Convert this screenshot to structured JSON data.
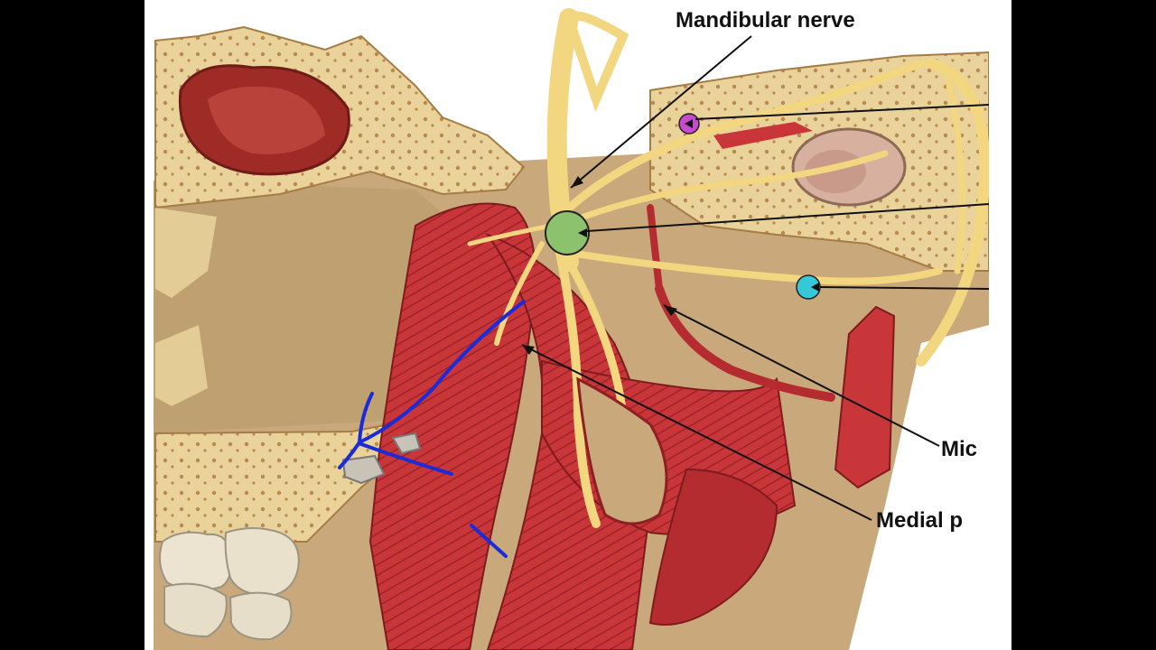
{
  "figure": {
    "labels": {
      "mandibular_nerve": "Mandibular nerve",
      "mid_partial": "Mic",
      "medial_partial": "Medial p"
    }
  },
  "colors": {
    "background": "#000000",
    "panel": "#ffffff",
    "bone": "#e9d39b",
    "bone_dark": "#c9a66b",
    "muscle": "#c8363a",
    "muscle_dark": "#8f1f22",
    "nerve": "#f2d680",
    "marker_magenta": "#c84ad0",
    "marker_green": "#8cc26e",
    "marker_cyan": "#36c8d8",
    "annotation": "#1a2bd9",
    "leader_line": "#111111"
  }
}
